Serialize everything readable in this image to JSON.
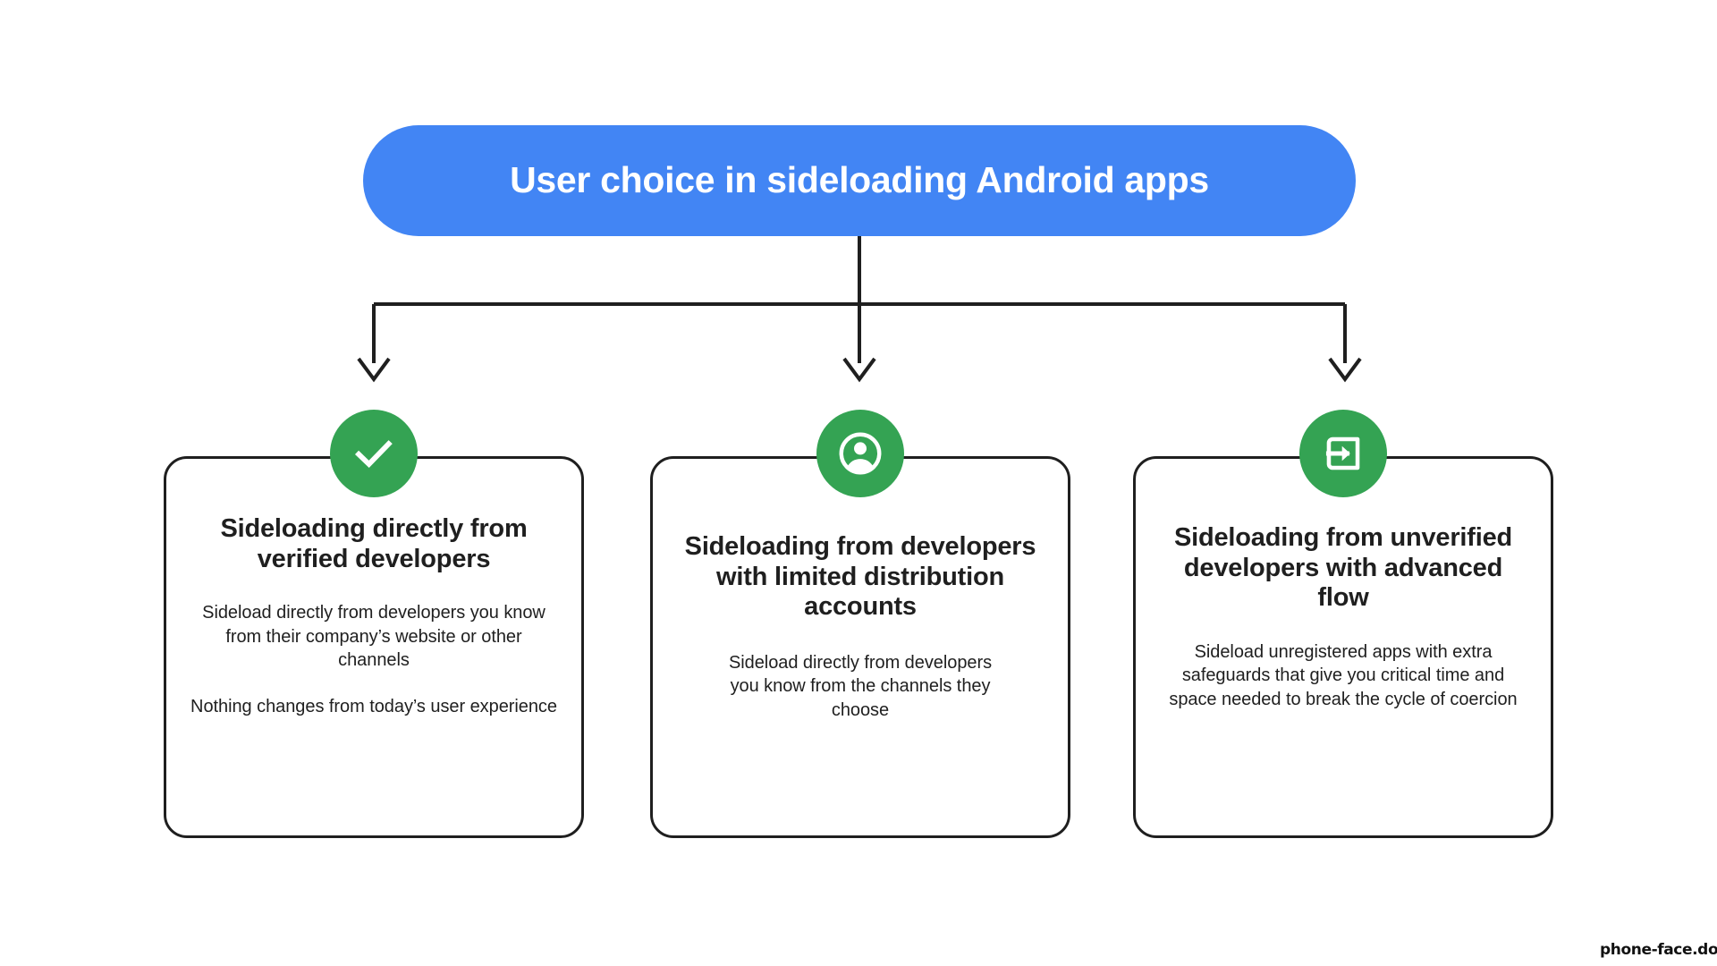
{
  "page": {
    "background_color": "#ffffff",
    "title_pill_color": "#4285F4",
    "icon_badge_color": "#34A353",
    "line_color": "#1f1f1f",
    "text_color": "#1f1f1f"
  },
  "header": {
    "title": "User choice in sideloading Android apps"
  },
  "cards": [
    {
      "icon": "check-circle-icon",
      "heading": "Sideloading directly from verified developers",
      "paragraphs": [
        "Sideload directly from developers you know from their company’s website or other channels",
        "Nothing changes from today’s user experience"
      ]
    },
    {
      "icon": "account-circle-icon",
      "heading": "Sideloading from developers with limited distribution accounts",
      "paragraphs": [
        "Sideload directly from developers you know from the channels they choose"
      ]
    },
    {
      "icon": "login-arrow-icon",
      "heading": "Sideloading from unverified developers with advanced flow",
      "paragraphs": [
        "Sideload unregistered apps with extra safeguards that give you critical time and space needed to break the cycle of coercion"
      ]
    }
  ],
  "watermark": {
    "text": "phone-face.do.am"
  }
}
